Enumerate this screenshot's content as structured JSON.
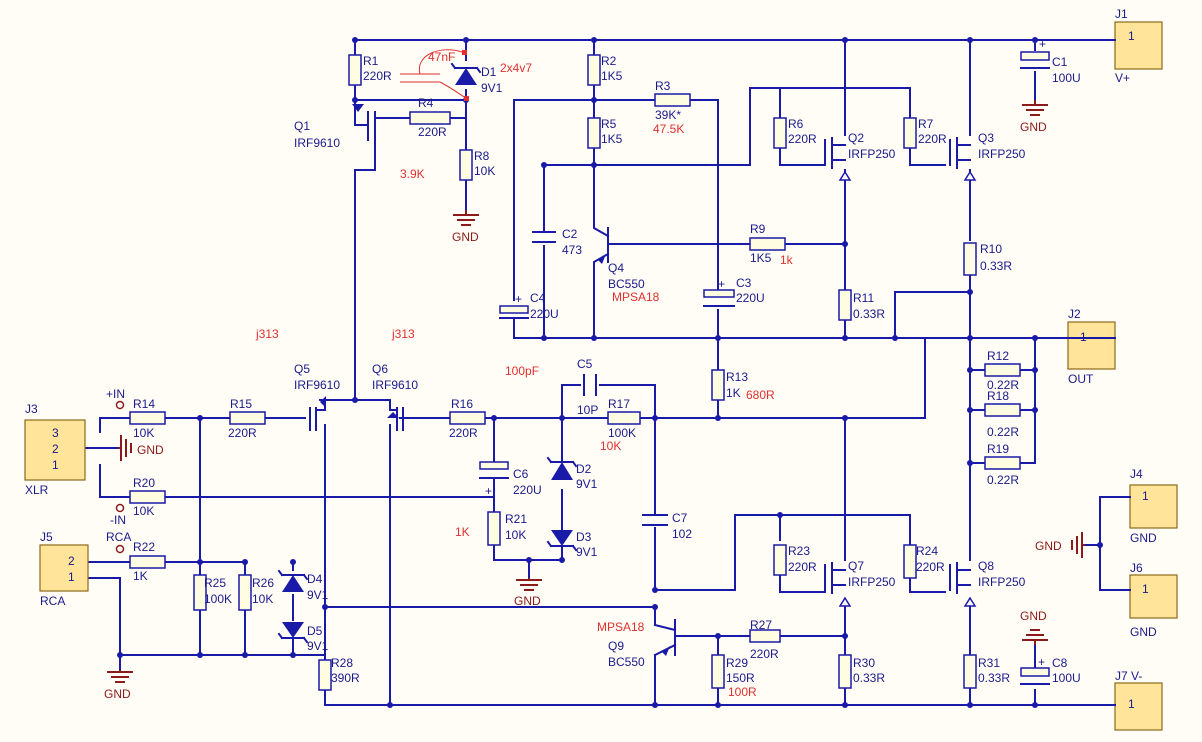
{
  "labels": {
    "J1": "J1",
    "J2": "J2",
    "J3": "J3",
    "J4": "J4",
    "J5": "J5",
    "J6": "J6",
    "J7": "J7 V-",
    "Vplus": "V+",
    "OUT": "OUT",
    "XLR": "XLR",
    "RCA_conn": "RCA",
    "RCA_net": "RCA",
    "GND_J4": "GND",
    "GND_J6": "GND",
    "plusIN": "+IN",
    "minusIN": "-IN",
    "pin1": "1",
    "pin2": "2",
    "pin3": "3",
    "R1": "R1",
    "R1v": "220R",
    "R2": "R2",
    "R2v": "1K5",
    "R3": "R3",
    "R3v": "39K*",
    "R4": "R4",
    "R4v": "220R",
    "R5": "R5",
    "R5v": "1K5",
    "R6": "R6",
    "R6v": "220R",
    "R7": "R7",
    "R7v": "220R",
    "R8": "R8",
    "R8v": "10K",
    "R9": "R9",
    "R9v": "1K5",
    "R10": "R10",
    "R10v": "0.33R",
    "R11": "R11",
    "R11v": "0.33R",
    "R12": "R12",
    "R12v": "0.22R",
    "R13": "R13",
    "R13v": "1K",
    "R14": "R14",
    "R14v": "10K",
    "R15": "R15",
    "R15v": "220R",
    "R16": "R16",
    "R16v": "220R",
    "R17": "R17",
    "R17v": "100K",
    "R18": "R18",
    "R18v": "0.22R",
    "R19": "R19",
    "R19v": "0.22R",
    "R20": "R20",
    "R20v": "10K",
    "R21": "R21",
    "R21v": "10K",
    "R22": "R22",
    "R22v": "1K",
    "R23": "R23",
    "R23v": "220R",
    "R24": "R24",
    "R24v": "220R",
    "R25": "R25",
    "R25v": "100K",
    "R26": "R26",
    "R26v": "10K",
    "R27": "R27",
    "R27v": "220R",
    "R28": "R28",
    "R28v": "390R",
    "R29": "R29",
    "R29v": "150R",
    "R30": "R30",
    "R30v": "0.33R",
    "R31": "R31",
    "R31v": "0.33R",
    "C1": "C1",
    "C1v": "100U",
    "C2": "C2",
    "C2v": "473",
    "C3": "C3",
    "C3v": "220U",
    "C4": "C4",
    "C4v": "220U",
    "C5": "C5",
    "C5v": "10P",
    "C6": "C6",
    "C6v": "220U",
    "C7": "C7",
    "C7v": "102",
    "C8": "C8",
    "C8v": "100U",
    "D1": "D1",
    "D1v": "9V1",
    "D2": "D2",
    "D2v": "9V1",
    "D3": "D3",
    "D3v": "9V1",
    "D4": "D4",
    "D4v": "9V1",
    "D5": "D5",
    "D5v": "9V1",
    "Q1": "Q1",
    "Q1v": "IRF9610",
    "Q2": "Q2",
    "Q2v": "IRFP250",
    "Q3": "Q3",
    "Q3v": "IRFP250",
    "Q4": "Q4",
    "Q4v": "BC550",
    "Q5": "Q5",
    "Q5v": "IRF9610",
    "Q6": "Q6",
    "Q6v": "IRF9610",
    "Q7": "Q7",
    "Q7v": "IRFP250",
    "Q8": "Q8",
    "Q8v": "IRFP250",
    "Q9": "Q9",
    "Q9v": "BC550",
    "gnd": "GND"
  },
  "annotations": {
    "n47nF": "47nF",
    "n2x4v7": "2x4v7",
    "n475K": "47.5K",
    "n39K": "3.9K",
    "n1k": "1k",
    "nMPSA18a": "MPSA18",
    "nj313a": "j313",
    "nj313b": "j313",
    "n100pF": "100pF",
    "n680R": "680R",
    "n10K": "10K",
    "n1K": "1K",
    "nMPSA18b": "MPSA18",
    "n100R": "100R"
  },
  "colors": {
    "wire": "#1a1aa8",
    "ground": "#8b1a1a",
    "annotation": "#e03030",
    "connector": "#ffe499",
    "background": "#fffdf5"
  }
}
